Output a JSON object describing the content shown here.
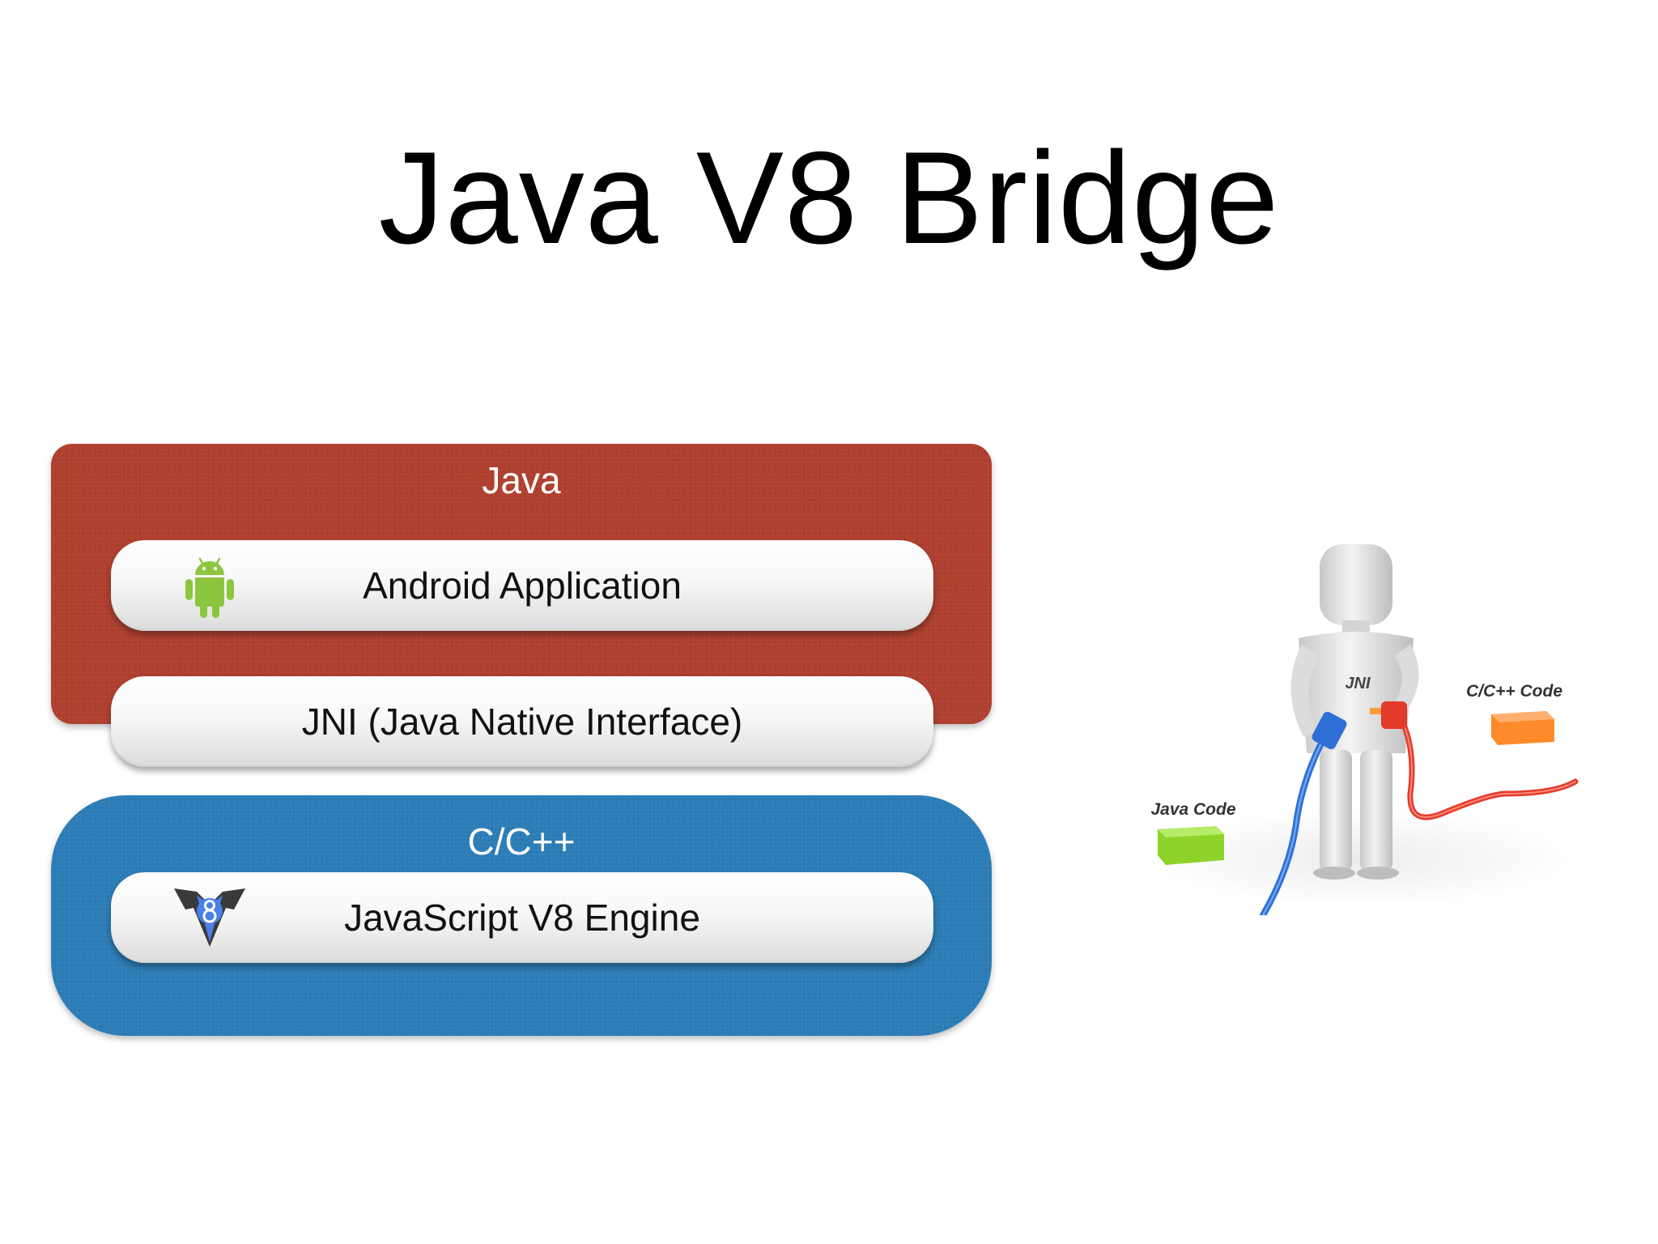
{
  "slide": {
    "title": "Java V8 Bridge"
  },
  "layers": {
    "java": {
      "label": "Java",
      "color": "#b0402f"
    },
    "cpp": {
      "label": "C/C++",
      "color": "#2c7db7"
    }
  },
  "components": {
    "android_app": {
      "label": "Android Application",
      "icon": "android-icon"
    },
    "jni": {
      "label": "JNI (Java Native Interface)"
    },
    "v8_engine": {
      "label": "JavaScript V8 Engine",
      "icon": "v8-logo-icon"
    }
  },
  "illustration": {
    "figure_label": "JNI",
    "java_code_label": "Java Code",
    "cpp_code_label": "C/C++ Code",
    "java_code_color": "#8ed32a",
    "cpp_code_color": "#ff8a2a"
  }
}
